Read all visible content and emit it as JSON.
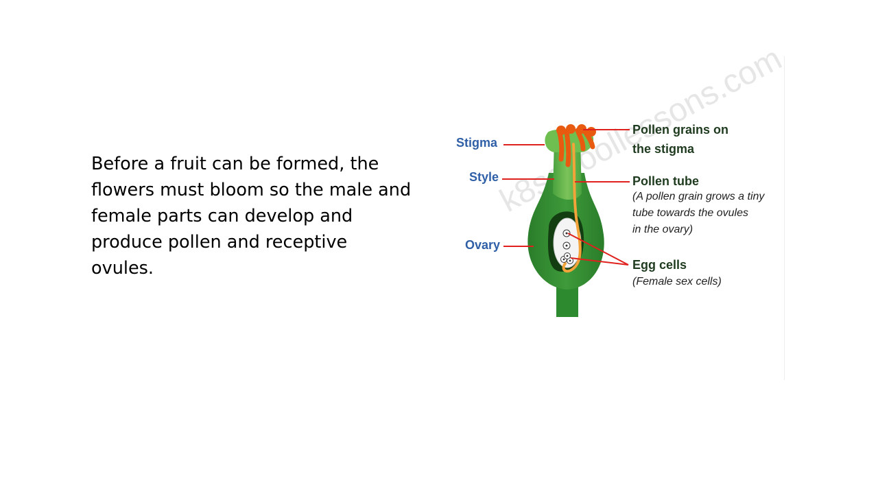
{
  "slide": {
    "body_text": "Before a fruit can be formed, the flowers must bloom so the male and female parts can develop and produce pollen and receptive ovules."
  },
  "diagram": {
    "watermark": "k8schoollessons.com",
    "labels_left": {
      "stigma": "Stigma",
      "style": "Style",
      "ovary": "Ovary"
    },
    "labels_right": {
      "pollen_grains_line1": "Pollen grains on",
      "pollen_grains_line2": "the stigma",
      "pollen_tube": "Pollen tube",
      "pollen_tube_note_line1": "(A pollen grain grows a tiny",
      "pollen_tube_note_line2": "tube towards the ovules",
      "pollen_tube_note_line3": "in the ovary)",
      "egg_cells": "Egg cells",
      "egg_cells_note": "(Female sex cells)"
    },
    "colors": {
      "label_blue": "#2f5fa6",
      "pointer_red": "#e0201c",
      "plant_green": "#2e8a2e",
      "plant_light_green": "#63b84a",
      "pollen_orange": "#e85a10",
      "pollen_tube_yellow": "#f2a33a"
    }
  }
}
